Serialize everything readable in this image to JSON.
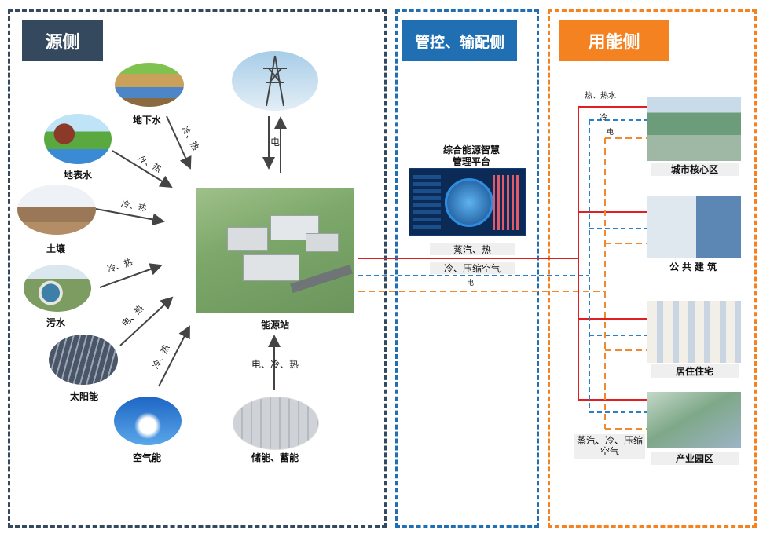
{
  "sections": {
    "source": "源侧",
    "control": "管控、输配侧",
    "usage": "用能侧"
  },
  "sources": {
    "groundwater": "地下水",
    "surface_water": "地表水",
    "soil": "土壤",
    "sewage": "污水",
    "solar": "太阳能",
    "air": "空气能",
    "storage": "储能、蓄能",
    "grid": "电"
  },
  "arrow_labels": {
    "groundwater": "冷、热",
    "surface_water": "冷、热",
    "soil": "冷、热",
    "sewage": "冷、热",
    "solar": "电、热",
    "air": "冷、热",
    "storage": "电、冷、热"
  },
  "station": "能源站",
  "platform": {
    "title_line1": "综合能源智慧",
    "title_line2": "管理平台"
  },
  "pipes": {
    "steam_heat": "蒸汽、热",
    "cold_air": "冷、压缩空气",
    "power": "电"
  },
  "usage_side": {
    "heat_water": "热、热水",
    "cold": "冷",
    "power": "电",
    "bottom_note": "蒸汽、冷、压缩空气"
  },
  "consumers": [
    "城市核心区",
    "公共建筑",
    "居住住宅",
    "产业园区"
  ],
  "colors": {
    "source_header": "#34495e",
    "control_header": "#1f6fb2",
    "usage_header": "#f58220",
    "heat_line": "#e02020",
    "cold_line": "#2a7fc9",
    "power_line": "#f08a30"
  }
}
